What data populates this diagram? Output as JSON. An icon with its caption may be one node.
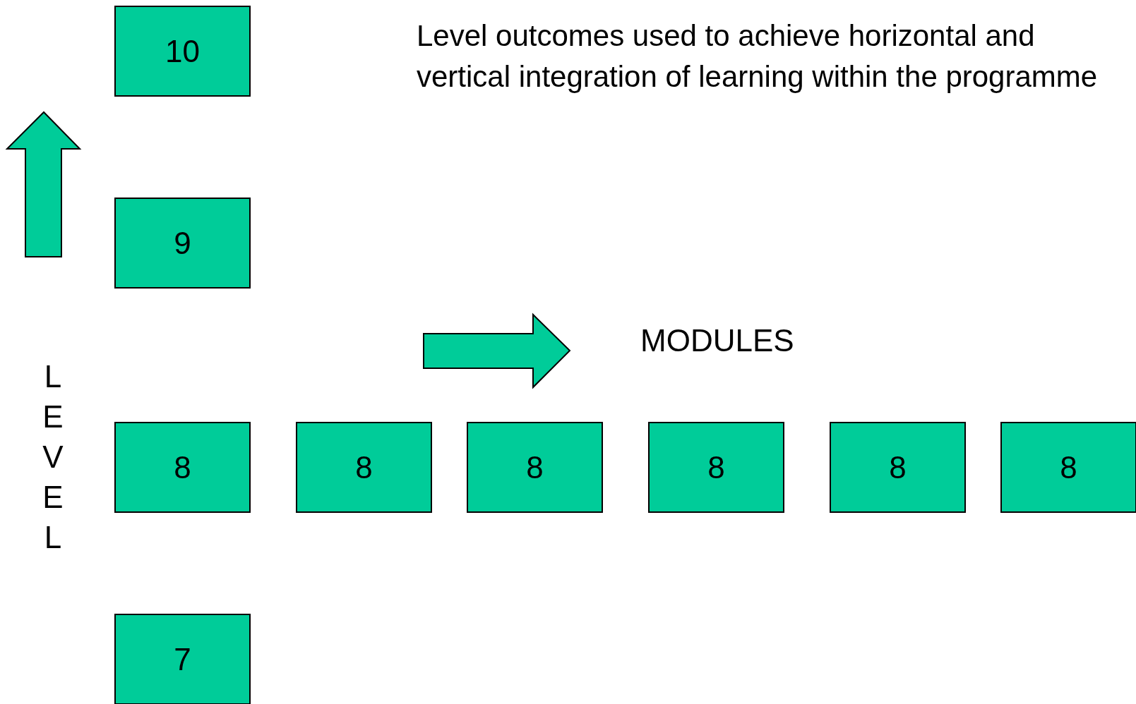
{
  "diagram": {
    "title": "Level outcomes used to achieve horizontal and vertical integration of learning within the programme",
    "nodes": [
      {
        "text": [
          "10"
        ]
      },
      {
        "text": [
          "9"
        ]
      },
      {
        "text": [
          "8"
        ]
      },
      {
        "text": [
          "8"
        ]
      },
      {
        "text": [
          "8"
        ]
      },
      {
        "text": [
          "8"
        ]
      },
      {
        "text": [
          "8"
        ]
      },
      {
        "text": [
          "8"
        ]
      },
      {
        "text": [
          "7"
        ]
      }
    ],
    "labels": [
      "MODULES",
      "LEVEL"
    ]
  }
}
